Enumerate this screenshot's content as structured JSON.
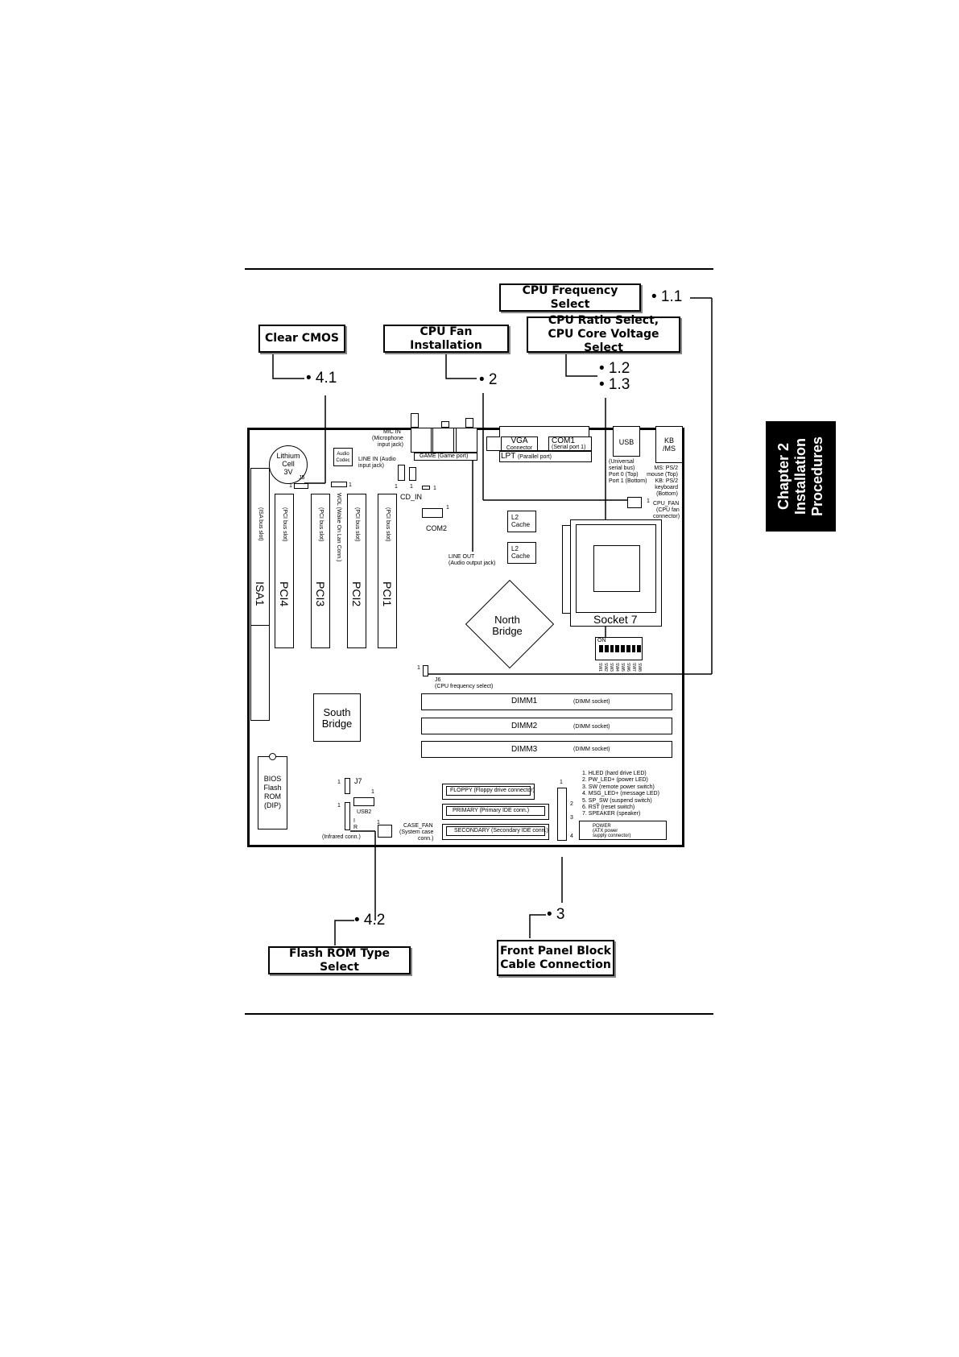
{
  "chapter_tab": {
    "line1": "Chapter 2",
    "line2": "Installation",
    "line3": "Procedures"
  },
  "callouts": {
    "cpu_frequency": {
      "label": "CPU Frequency Select",
      "ref": "• 1.1"
    },
    "clear_cmos": {
      "label": "Clear CMOS",
      "ref": "• 4.1"
    },
    "cpu_fan": {
      "label": "CPU Fan Installation",
      "ref": "• 2"
    },
    "cpu_ratio": {
      "line1": "CPU Ratio Select,",
      "line2": "CPU Core Voltage Select",
      "ref1": "• 1.2",
      "ref2": "• 1.3"
    },
    "flash_rom": {
      "label": "Flash ROM Type Select",
      "ref": "• 4.2"
    },
    "front_panel": {
      "line1": "Front Panel Block",
      "line2": "Cable Connection",
      "ref": "• 3"
    }
  },
  "board": {
    "lithium": {
      "l1": "Lithium",
      "l2": "Cell",
      "l3": "3V"
    },
    "audio_codec": {
      "l1": "Audio",
      "l2": "Codec"
    },
    "j5": "J5",
    "mic_in": {
      "l1": "MIC IN",
      "l2": "(Microphone",
      "l3": "input jack)"
    },
    "line_in": {
      "l1": "LINE IN (Audio",
      "l2": "input jack)"
    },
    "game": "GAME (Game port)",
    "vga": {
      "l1": "VGA",
      "l2": "Connector"
    },
    "com1": {
      "l1": "COM1",
      "l2": "(Serial port 1)"
    },
    "lpt": {
      "l1": "LPT",
      "l2": "(Parallel port)"
    },
    "usb": "USB",
    "usb_desc": {
      "l1": "(Universal",
      "l2": "serial bus)",
      "l3": "Port 0 (Top)",
      "l4": "Port 1 (Bottom)"
    },
    "kbms": {
      "l1": "KB",
      "l2": "/MS"
    },
    "kbms_desc": {
      "l1": "MS: PS/2",
      "l2": "mouse (Top)",
      "l3": "KB: PS/2",
      "l4": "keyboard",
      "l5": "(Bottom)"
    },
    "cd_in": "CD_IN",
    "com2": "COM2",
    "cpu_fan": {
      "l1": "CPU_FAN",
      "l2": "(CPU fan",
      "l3": "connector)"
    },
    "l2_cache": {
      "l1": "L2",
      "l2": "Cache"
    },
    "line_out": {
      "l1": "LINE OUT",
      "l2": "(Audio output jack)"
    },
    "isa": {
      "name": "ISA1",
      "desc": "(ISA bus slot)"
    },
    "pci4": {
      "name": "PCI4",
      "desc": "(PCI bus slot)"
    },
    "pci3": {
      "name": "PCI3",
      "desc": "(PCI bus slot)"
    },
    "wol": "WOL (Wake On Lan Conn.)",
    "pci2": {
      "name": "PCI2",
      "desc": "(PCI bus slot)"
    },
    "pci1": {
      "name": "PCI1",
      "desc": "(PCI bus slot)"
    },
    "north_bridge": {
      "l1": "North",
      "l2": "Bridge"
    },
    "socket7": "Socket 7",
    "dip_on": "ON",
    "dip_labels": [
      "SW1",
      "SW2",
      "SW3",
      "SW4",
      "SW5",
      "SW6",
      "SW7",
      "SW8"
    ],
    "j6": {
      "l1": "J6",
      "l2": "(CPU frequency select)"
    },
    "south_bridge": {
      "l1": "South",
      "l2": "Bridge"
    },
    "dimm1": {
      "name": "DIMM1",
      "desc": "(DIMM socket)"
    },
    "dimm2": {
      "name": "DIMM2",
      "desc": "(DIMM socket)"
    },
    "dimm3": {
      "name": "DIMM3",
      "desc": "(DIMM socket)"
    },
    "bios": {
      "l1": "BIOS",
      "l2": "Flash",
      "l3": "ROM",
      "l4": "(DIP)"
    },
    "j7": "J7",
    "usb2": "USB2",
    "ir": {
      "l1": "I",
      "l2": "R",
      "l3": "(Infrared conn.)"
    },
    "case_fan": {
      "l1": "CASE_FAN",
      "l2": "(System case",
      "l3": "conn.)"
    },
    "floppy": "FLOPPY (Floppy drive connector)",
    "primary": "PRIMARY (Primary IDE conn.)",
    "secondary": "SECONDARY (Secondary IDE conn.)",
    "power": {
      "l1": "POWER",
      "l2": "(ATX power",
      "l3": "supply connector)"
    },
    "pin_one": "1",
    "front_panel_list": [
      "1. HLED (hard drive LED)",
      "2. PW_LED+ (power LED)",
      "3. SW (remote power switch)",
      "4. MSG_LED+ (message LED)",
      "5. SP_SW (suspend switch)",
      "6. RST (reset switch)",
      "7. SPEAKER (speaker)"
    ],
    "fp_nums": [
      "1",
      "2",
      "3",
      "4"
    ]
  }
}
